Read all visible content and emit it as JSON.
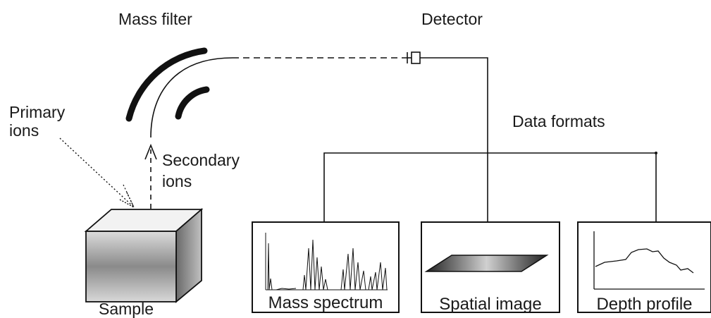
{
  "labels": {
    "mass_filter": "Mass filter",
    "detector": "Detector",
    "primary_ions_line1": "Primary",
    "primary_ions_line2": "ions",
    "secondary_ions_line1": "Secondary",
    "secondary_ions_line2": "ions",
    "data_formats": "Data formats",
    "sample": "Sample"
  },
  "data_formats": [
    {
      "id": "mass-spectrum",
      "label": "Mass spectrum"
    },
    {
      "id": "spatial-image",
      "label": "Spatial image"
    },
    {
      "id": "depth-profile",
      "label": "Depth profile"
    }
  ]
}
